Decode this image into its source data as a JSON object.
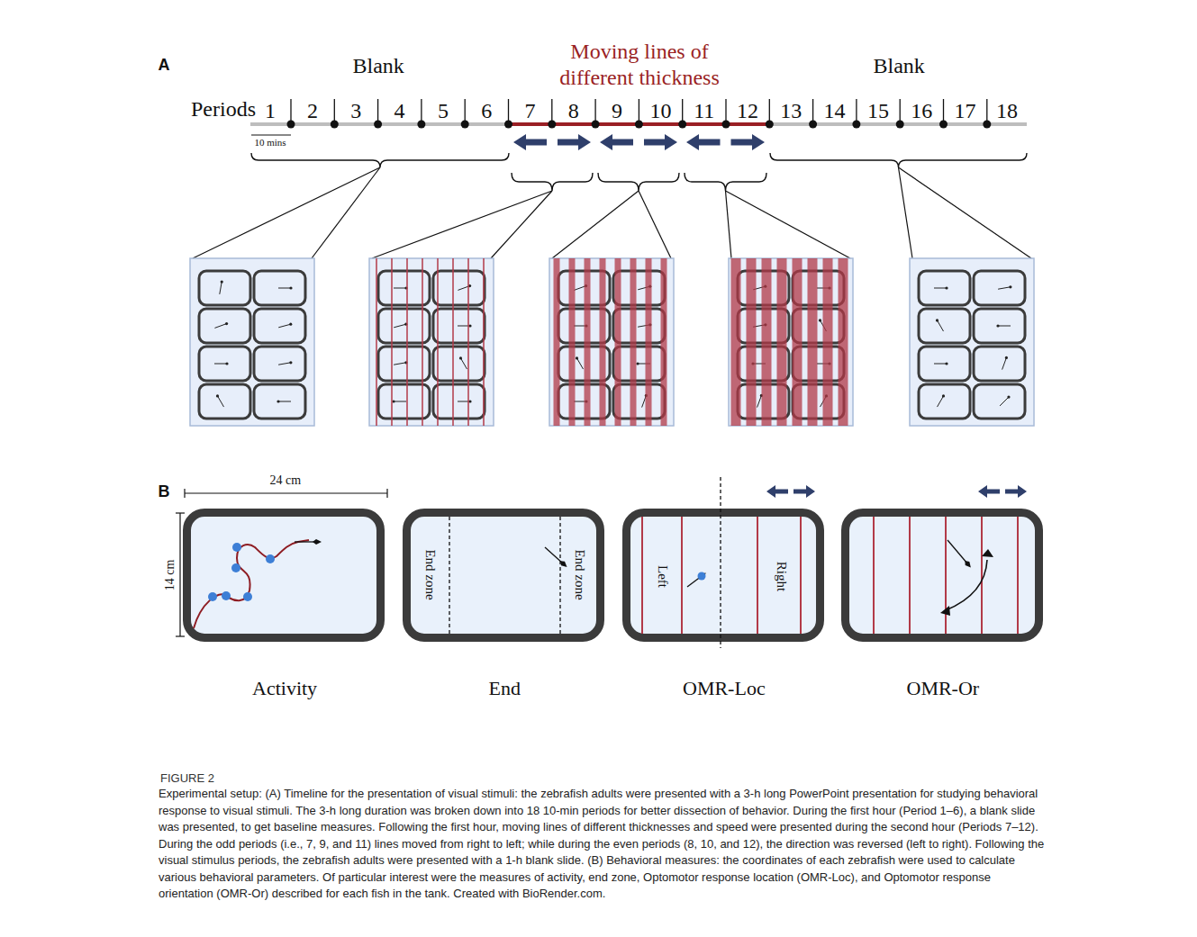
{
  "diagram": {
    "caption": "Experimental setup: (A) Timeline for the presentation of visual stimuli: the zebrafish adults were presented with a 3-h long PowerPoint presentation for studying behavioral response to visual stimuli. The 3-h long duration was broken down into 18 10-min periods for better dissection of behavior. During the first hour (Period 1–6), a blank slide was presented, to get baseline measures. Following the first hour, moving lines of different thicknesses and speed were presented during the second hour (Periods 7–12). During the odd periods (i.e., 7, 9, and 11) lines moved from right to left; while during the even periods (8, 10, and 12), the direction was reversed (left to right). Following the visual stimulus periods, the zebrafish adults were presented with a 1-h blank slide. (B) Behavioral measures: the coordinates of each zebrafish were used to calculate various behavioral parameters. Of particular interest were the measures of activity, end zone, Optomotor response location (OMR-Loc), and Optomotor response orientation (OMR-Or) described for each fish in the tank. Created with BioRender.com.",
    "nodes": [
      {
        "text": [
          "Activity"
        ]
      },
      {
        "text": [
          "End zone",
          "End zone",
          "End"
        ]
      },
      {
        "text": [
          "Left",
          "Right",
          "OMR-Loc"
        ]
      },
      {
        "text": [
          "OMR-Or"
        ]
      }
    ],
    "labels": [
      "A",
      "Blank",
      "Moving lines of different thickness",
      "Blank",
      "Periods",
      "1",
      "2",
      "3",
      "4",
      "5",
      "6",
      "7",
      "8",
      "9",
      "10",
      "11",
      "12",
      "13",
      "14",
      "15",
      "16",
      "17",
      "18",
      "10 mins",
      "B",
      "24 cm",
      "14 cm",
      "FIGURE 2"
    ]
  }
}
